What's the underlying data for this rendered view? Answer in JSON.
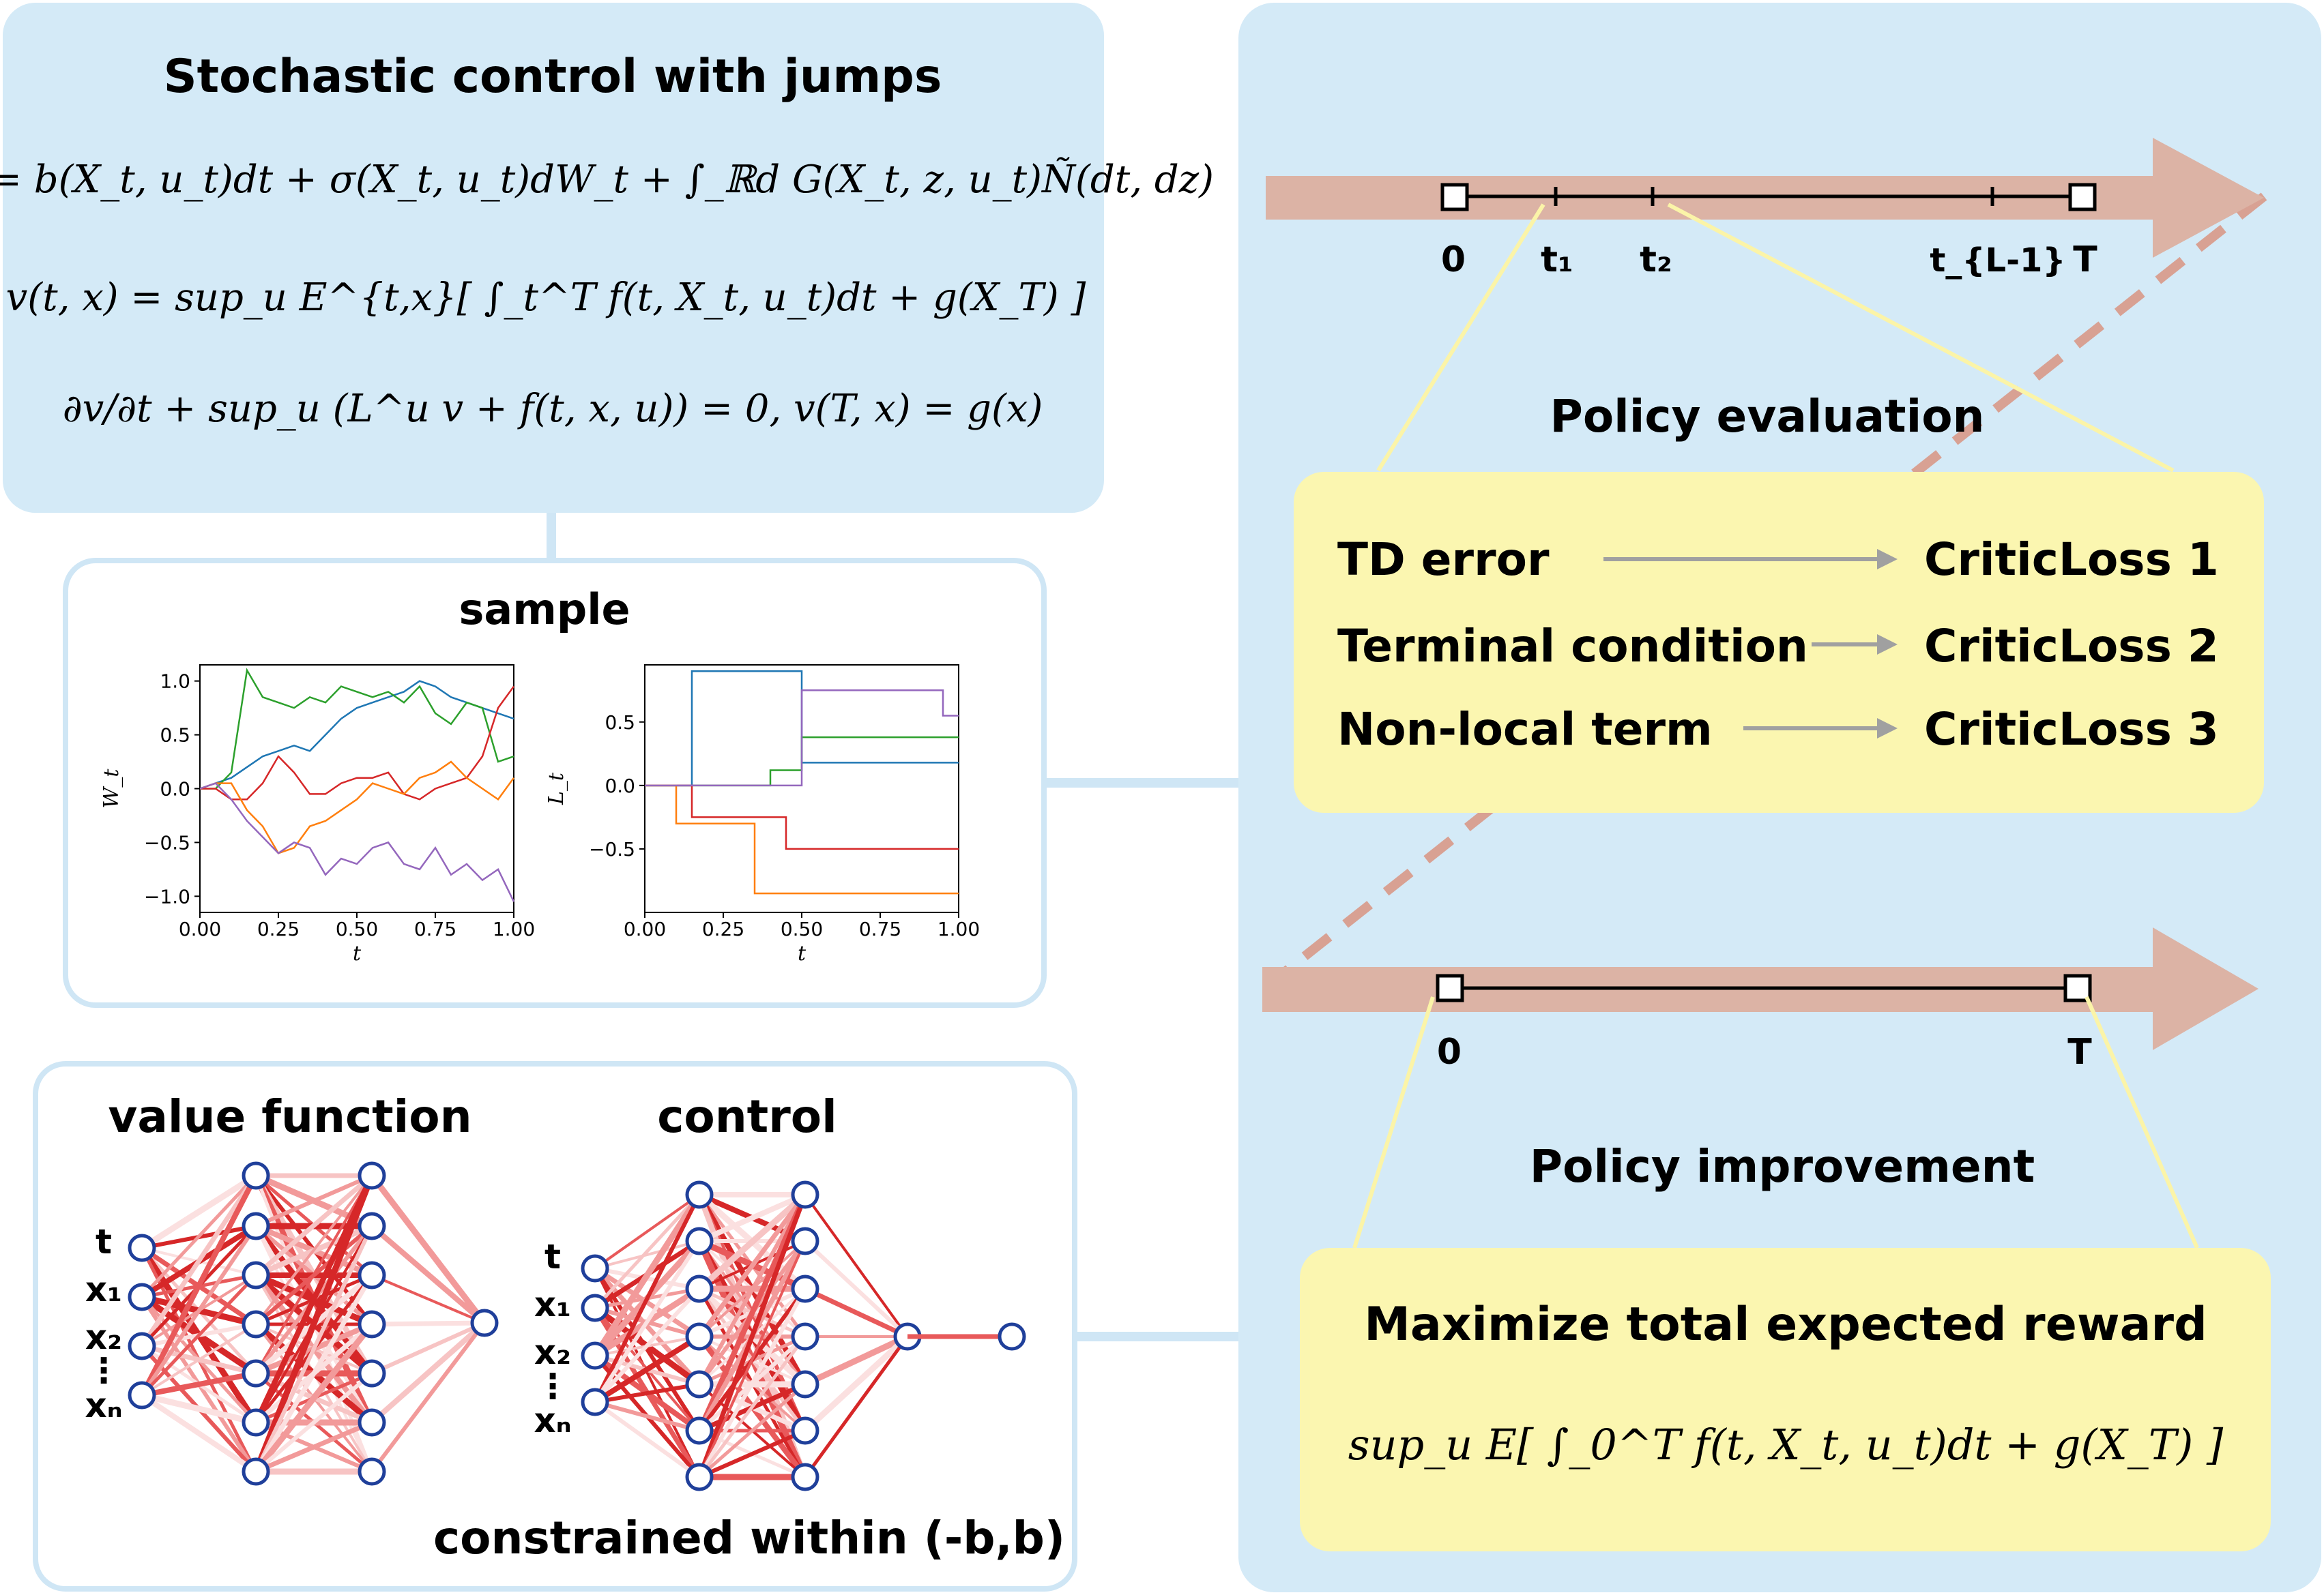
{
  "top_panel": {
    "title": "Stochastic control with jumps",
    "eq1": "dX_t = b(X_t, u_t)dt + σ(X_t, u_t)dW_t + ∫_ℝd G(X_t, z, u_t)Ñ(dt, dz)",
    "eq2": "v(t, x) = sup_u E^{t,x}[ ∫_t^T f(t, X_t, u_t)dt + g(X_T) ]",
    "eq3": "∂v/∂t + sup_u (L^u v + f(t, x, u)) = 0,   v(T, x) = g(x)"
  },
  "sample_panel": {
    "title": "sample",
    "plot_left": {
      "ylabel": "W_t",
      "xlabel": "t",
      "yticks": [
        "1.0",
        "0.5",
        "0.0",
        "−0.5",
        "−1.0"
      ],
      "xticks": [
        "0.00",
        "0.25",
        "0.50",
        "0.75",
        "1.00"
      ]
    },
    "plot_right": {
      "ylabel": "L_t",
      "xlabel": "t",
      "yticks": [
        "0.5",
        "0.0",
        "−0.5"
      ],
      "xticks": [
        "0.00",
        "0.25",
        "0.50",
        "0.75",
        "1.00"
      ]
    }
  },
  "network_panel": {
    "value_title": "value function",
    "control_title": "control",
    "inputs": [
      "t",
      "x₁",
      "x₂",
      "⋮",
      "xₙ"
    ],
    "constraint": "constrained within (-b,b)"
  },
  "right_panel": {
    "timeline1": {
      "labels": [
        "0",
        "t₁",
        "t₂",
        "t_{L-1}",
        "T"
      ]
    },
    "timeline2": {
      "labels": [
        "0",
        "T"
      ]
    },
    "eval_title": "Policy evaluation",
    "eval_rows": [
      {
        "left": "TD error",
        "right": "CriticLoss 1"
      },
      {
        "left": "Terminal condition",
        "right": "CriticLoss 2"
      },
      {
        "left": "Non-local term",
        "right": "CriticLoss 3"
      }
    ],
    "improve_title": "Policy improvement",
    "improve_box_title": "Maximize total expected reward",
    "improve_formula": "sup_u E[ ∫_0^T f(t, X_t, u_t)dt + g(X_T) ]"
  },
  "colors": {
    "panel_blue": "#d4eaf7",
    "panel_border": "#cfe6f5",
    "yellow_box": "#fbf6b0",
    "arrow_band": "#dcb3a5",
    "node_stroke": "#1f3f9a",
    "edge_red": "#d62728",
    "dashed": "#d8a193"
  },
  "chart_data": [
    {
      "type": "line",
      "title": "",
      "xlabel": "t",
      "ylabel": "W_t",
      "xlim": [
        0,
        1
      ],
      "ylim": [
        -1.15,
        1.15
      ],
      "x": [
        0.0,
        0.05,
        0.1,
        0.15,
        0.2,
        0.25,
        0.3,
        0.35,
        0.4,
        0.45,
        0.5,
        0.55,
        0.6,
        0.65,
        0.7,
        0.75,
        0.8,
        0.85,
        0.9,
        0.95,
        1.0
      ],
      "series": [
        {
          "values": [
            0.0,
            0.05,
            0.1,
            0.2,
            0.3,
            0.35,
            0.4,
            0.35,
            0.5,
            0.65,
            0.75,
            0.8,
            0.85,
            0.9,
            1.0,
            0.95,
            0.85,
            0.8,
            0.75,
            0.7,
            0.65
          ]
        },
        {
          "values": [
            0.0,
            0.0,
            0.15,
            1.1,
            0.85,
            0.8,
            0.75,
            0.85,
            0.8,
            0.95,
            0.9,
            0.85,
            0.9,
            0.8,
            0.95,
            0.7,
            0.6,
            0.8,
            0.75,
            0.25,
            0.3
          ]
        },
        {
          "values": [
            0.0,
            0.0,
            -0.1,
            -0.1,
            0.05,
            0.3,
            0.15,
            -0.05,
            -0.05,
            0.05,
            0.1,
            0.1,
            0.15,
            -0.05,
            -0.1,
            0.0,
            0.05,
            0.1,
            0.3,
            0.75,
            0.95
          ]
        },
        {
          "values": [
            0.0,
            0.05,
            0.05,
            -0.2,
            -0.35,
            -0.6,
            -0.55,
            -0.35,
            -0.3,
            -0.2,
            -0.1,
            0.05,
            0.0,
            -0.05,
            0.1,
            0.15,
            0.25,
            0.1,
            0.0,
            -0.1,
            0.1
          ]
        },
        {
          "values": [
            0.0,
            0.05,
            -0.1,
            -0.3,
            -0.45,
            -0.6,
            -0.5,
            -0.55,
            -0.8,
            -0.65,
            -0.7,
            -0.55,
            -0.5,
            -0.7,
            -0.75,
            -0.55,
            -0.8,
            -0.7,
            -0.85,
            -0.75,
            -1.05
          ]
        }
      ]
    },
    {
      "type": "line",
      "title": "",
      "xlabel": "t",
      "ylabel": "L_t",
      "xlim": [
        0,
        1
      ],
      "ylim": [
        -1.0,
        0.95
      ],
      "x": [
        0.0,
        0.05,
        0.1,
        0.15,
        0.2,
        0.25,
        0.3,
        0.35,
        0.4,
        0.45,
        0.5,
        0.55,
        0.6,
        0.65,
        0.7,
        0.75,
        0.8,
        0.85,
        0.9,
        0.95,
        1.0
      ],
      "series": [
        {
          "values": [
            0.0,
            0.0,
            0.0,
            0.9,
            0.9,
            0.9,
            0.9,
            0.9,
            0.9,
            0.9,
            0.18,
            0.18,
            0.18,
            0.18,
            0.18,
            0.18,
            0.18,
            0.18,
            0.18,
            0.18,
            0.18
          ]
        },
        {
          "values": [
            0.0,
            0.0,
            0.0,
            0.0,
            0.0,
            0.0,
            0.0,
            0.0,
            0.12,
            0.12,
            0.38,
            0.38,
            0.38,
            0.38,
            0.38,
            0.38,
            0.38,
            0.38,
            0.38,
            0.38,
            0.38
          ]
        },
        {
          "values": [
            0.0,
            0.0,
            0.0,
            -0.25,
            -0.25,
            -0.25,
            -0.25,
            -0.25,
            -0.25,
            -0.5,
            -0.5,
            -0.5,
            -0.5,
            -0.5,
            -0.5,
            -0.5,
            -0.5,
            -0.5,
            -0.5,
            -0.5,
            -0.5
          ]
        },
        {
          "values": [
            0.0,
            0.0,
            -0.3,
            -0.3,
            -0.3,
            -0.3,
            -0.3,
            -0.85,
            -0.85,
            -0.85,
            -0.85,
            -0.85,
            -0.85,
            -0.85,
            -0.85,
            -0.85,
            -0.85,
            -0.85,
            -0.85,
            -0.85,
            -0.85
          ]
        },
        {
          "values": [
            0.0,
            0.0,
            0.0,
            0.0,
            0.0,
            0.0,
            0.0,
            0.0,
            0.0,
            0.0,
            0.75,
            0.75,
            0.75,
            0.75,
            0.75,
            0.75,
            0.75,
            0.75,
            0.75,
            0.55,
            0.55
          ]
        }
      ]
    }
  ]
}
